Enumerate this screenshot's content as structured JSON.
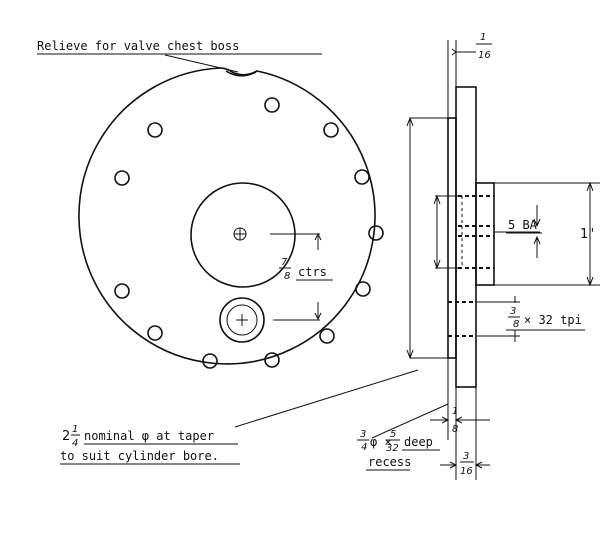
{
  "labels": {
    "relieve": "Relieve for valve chest boss",
    "ctrs": "ctrs",
    "ba": "5 BA",
    "one_inch": "1\"",
    "tpi": "× 32 tpi",
    "nominal_line1": "nominal φ at taper",
    "nominal_line2": "to suit cylinder bore.",
    "recess_x": "φ ×",
    "deep": "deep",
    "recess": "recess"
  },
  "fractions": {
    "f1_16_top": {
      "num": "1",
      "den": "16"
    },
    "f7_8": {
      "num": "7",
      "den": "8"
    },
    "f3_8": {
      "num": "3",
      "den": "8"
    },
    "f2_1_4": {
      "whole": "2",
      "num": "1",
      "den": "4"
    },
    "f3_4": {
      "num": "3",
      "den": "4"
    },
    "f5_32": {
      "num": "5",
      "den": "32"
    },
    "f1_8": {
      "num": "1",
      "den": "8"
    },
    "f3_16": {
      "num": "3",
      "den": "16"
    }
  }
}
